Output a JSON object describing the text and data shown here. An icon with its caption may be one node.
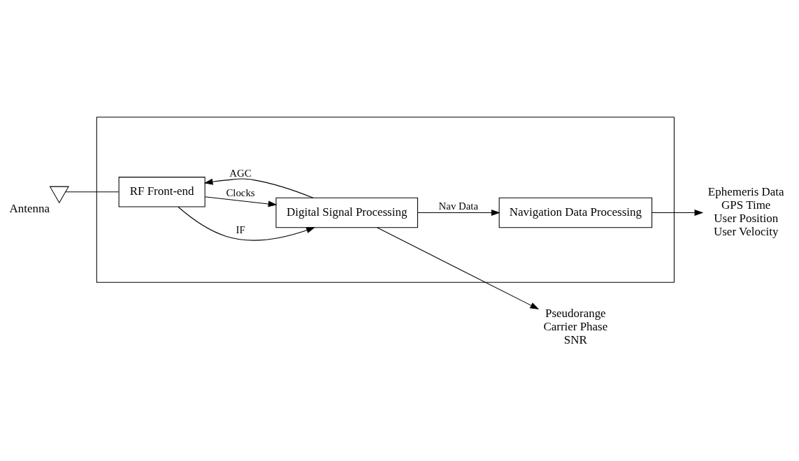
{
  "diagram": {
    "nodes": [
      {
        "text": [],
        "shape": "box"
      },
      {
        "text": [],
        "shape": "antenna",
        "beside": [
          "Antenna"
        ]
      },
      {
        "text": [
          "RF Front-end"
        ],
        "in": 0
      },
      {
        "text": [
          "Digital Signal Processing"
        ],
        "in": 0
      },
      {
        "text": [
          "Navigation Data Processing"
        ],
        "in": 0
      },
      {
        "text": [
          "Pseudorange",
          "Carrier Phase",
          "SNR"
        ]
      },
      {
        "text": [
          "Ephemeris Data",
          "GPS Time",
          "User Position",
          "User Velocity"
        ]
      }
    ],
    "edges": [
      {
        "from": 1,
        "to": 2,
        "arrow": "none"
      },
      {
        "from": 2,
        "to": 3,
        "arrow": "to",
        "label": "IF"
      },
      {
        "from": 3,
        "to": 2,
        "arrow": "to",
        "label": "AGC"
      },
      {
        "from": 2,
        "to": 3,
        "arrow": "to",
        "label": "Clocks"
      },
      {
        "from": 3,
        "to": 4,
        "arrow": "to",
        "label": "Nav Data"
      },
      {
        "from": 3,
        "to": 5,
        "arrow": "to"
      },
      {
        "from": 4,
        "to": 6,
        "arrow": "to"
      }
    ]
  }
}
